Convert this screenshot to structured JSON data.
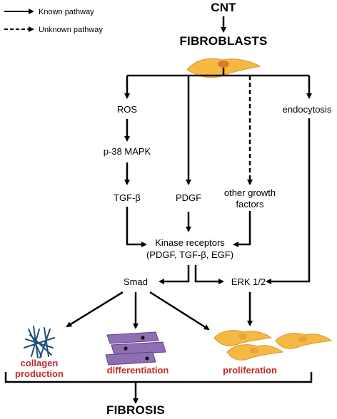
{
  "legend": {
    "known": "Known pathway",
    "unknown": "Unknown pathway"
  },
  "nodes": {
    "cnt": "CNT",
    "fibroblasts": "FIBROBLASTS",
    "ros": "ROS",
    "mapk": "p-38 MAPK",
    "tgf": "TGF-β",
    "pdgf": "PDGF",
    "growth_factors_line1": "other growth",
    "growth_factors_line2": "factors",
    "endocytosis": "endocytosis",
    "kinase_line1": "Kinase receptors",
    "kinase_line2": "(PDGF, TGF-β, EGF)",
    "smad": "Smad",
    "erk": "ERK 1/2",
    "fibrosis": "FIBROSIS"
  },
  "outcomes": {
    "collagen_line1": "collagen",
    "collagen_line2": "production",
    "differentiation": "differentiation",
    "proliferation": "proliferation"
  },
  "colors": {
    "outcome_text": "#c1272d",
    "fibroblast_cell": "#f5b942",
    "cell_nucleus": "#e8a23a",
    "differentiated_cell": "#8f6fb3",
    "collagen_fiber": "#1f4e79"
  }
}
